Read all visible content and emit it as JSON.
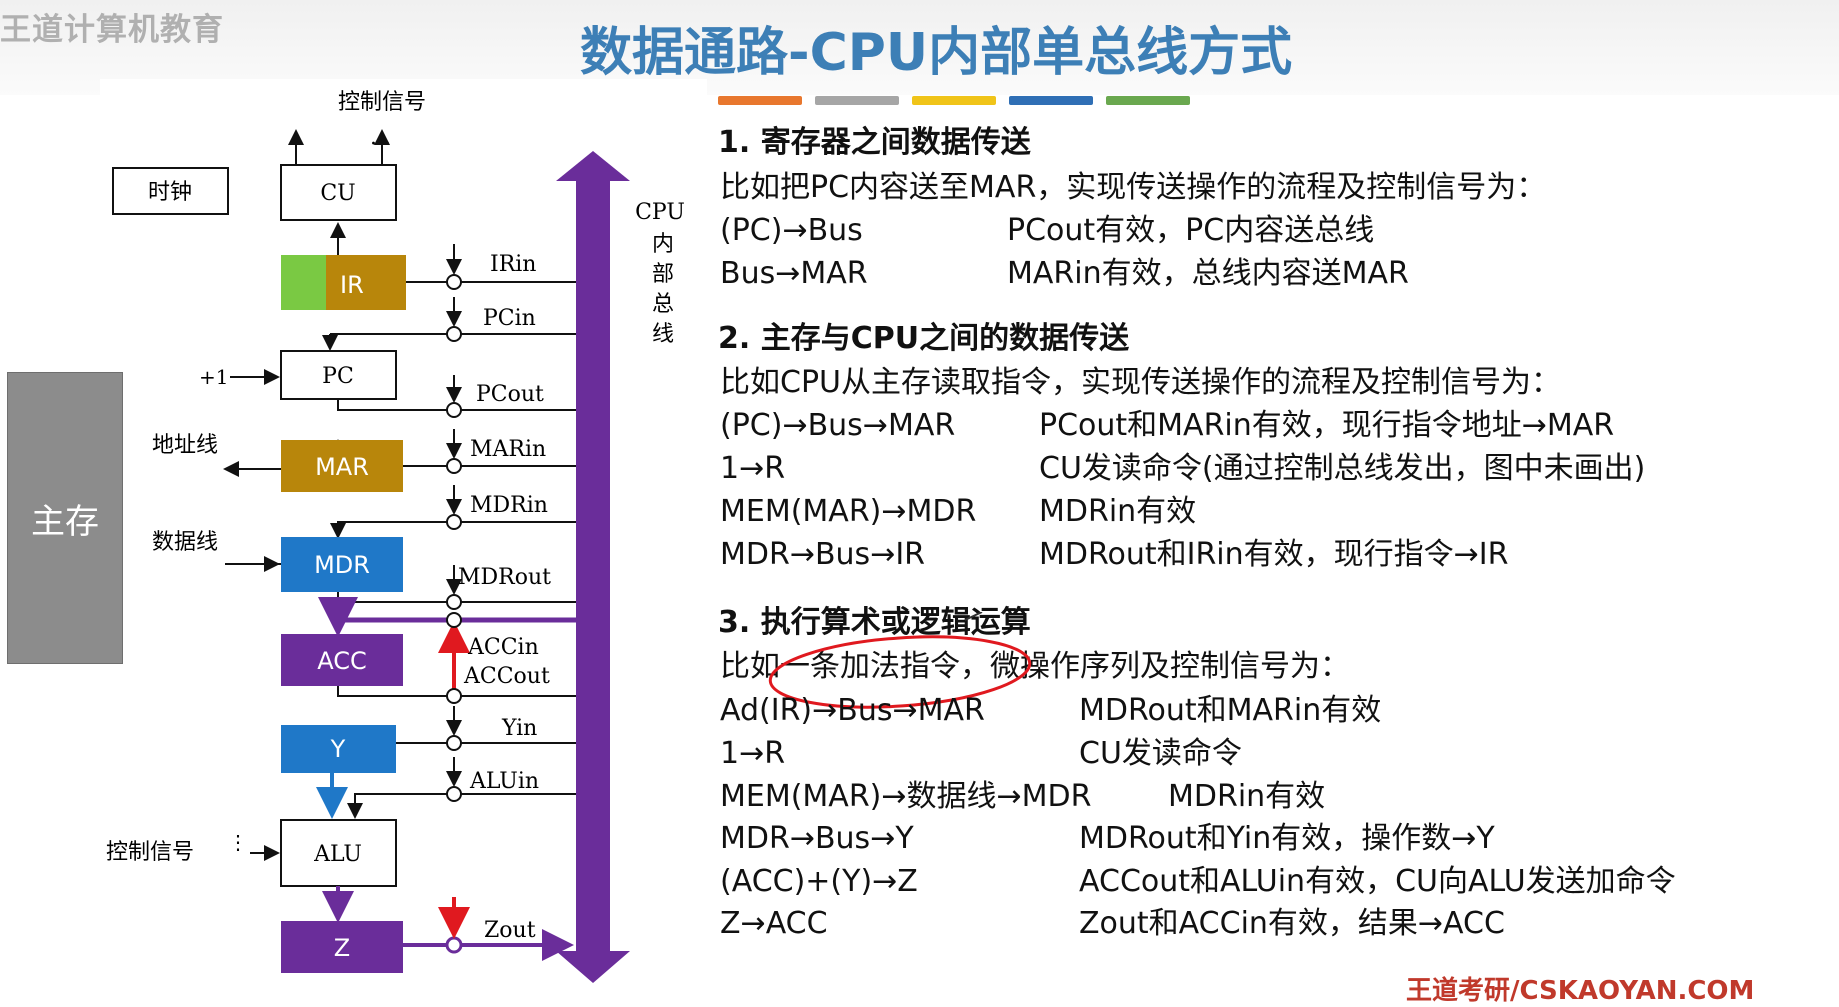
{
  "header": {
    "brand": "王道计算机教育",
    "title": "数据通路-CPU内部单总线方式"
  },
  "accent_colors": [
    "#e8772e",
    "#a6a6a6",
    "#f0c419",
    "#2f6fb5",
    "#6aa84f"
  ],
  "memory": {
    "label": "主存"
  },
  "diagram": {
    "control_signal_top": "控制信号",
    "dots_top": "···",
    "clock": "时钟",
    "cu": "CU",
    "ir": "IR",
    "pc": "PC",
    "plus_one": "+1",
    "mar": "MAR",
    "mdr": "MDR",
    "acc": "ACC",
    "y": "Y",
    "alu": "ALU",
    "z": "Z",
    "address_line": "地址线",
    "data_line": "数据线",
    "control_signal_left": "控制信号",
    "bus_label": [
      "CPU",
      "内",
      "部",
      "总",
      "线"
    ],
    "signals": {
      "irin": "IRin",
      "pcin": "PCin",
      "pcout": "PCout",
      "marin": "MARin",
      "mdrin": "MDRin",
      "mdrout": "MDRout",
      "accin": "ACCin",
      "accout": "ACCout",
      "yin": "Yin",
      "aluin": "ALUin",
      "zout": "Zout"
    },
    "colors": {
      "ir": "#b8860b",
      "ir_green": "#7ac943",
      "mar": "#b8860b",
      "mdr": "#1f78c8",
      "acc": "#6a2d9a",
      "y": "#1f78c8",
      "z": "#6a2d9a",
      "bus": "#6a2d9a"
    }
  },
  "sections": [
    {
      "heading": "1.  寄存器之间数据传送",
      "intro": "比如把PC内容送至MAR，实现传送操作的流程及控制信号为：",
      "rows": [
        {
          "op": "(PC)→Bus",
          "signal": "PCout有效，PC内容送总线"
        },
        {
          "op": "Bus→MAR",
          "signal": "MARin有效，总线内容送MAR"
        }
      ]
    },
    {
      "heading": "2.  主存与CPU之间的数据传送",
      "intro": "比如CPU从主存读取指令，实现传送操作的流程及控制信号为：",
      "rows": [
        {
          "op": "(PC)→Bus→MAR",
          "signal": "PCout和MARin有效，现行指令地址→MAR"
        },
        {
          "op": "1→R",
          "signal": "CU发读命令(通过控制总线发出，图中未画出)"
        },
        {
          "op": "MEM(MAR)→MDR",
          "signal": "MDRin有效"
        },
        {
          "op": "MDR→Bus→IR",
          "signal": "MDRout和IRin有效，现行指令→IR"
        }
      ]
    },
    {
      "heading": "3.  执行算术或逻辑运算",
      "intro_a": "比如",
      "intro_circled": "一条加法指令，",
      "intro_b": "微操作序列及控制信号为：",
      "rows": [
        {
          "op": "Ad(IR)→Bus→MAR",
          "signal": "MDRout和MARin有效"
        },
        {
          "op": "1→R",
          "signal": "CU发读命令"
        },
        {
          "op": "MEM(MAR)→数据线→MDR",
          "signal": "MDRin有效"
        },
        {
          "op": "MDR→Bus→Y",
          "signal": "MDRout和Yin有效，操作数→Y"
        },
        {
          "op": "(ACC)+(Y)→Z",
          "signal": "ACCout和ALUin有效，CU向ALU发送加命令"
        },
        {
          "op": "Z→ACC",
          "signal": "Zout和ACCin有效，结果→ACC"
        }
      ]
    }
  ],
  "footer": {
    "brand": "王道考研/CSKAOYAN.COM"
  }
}
